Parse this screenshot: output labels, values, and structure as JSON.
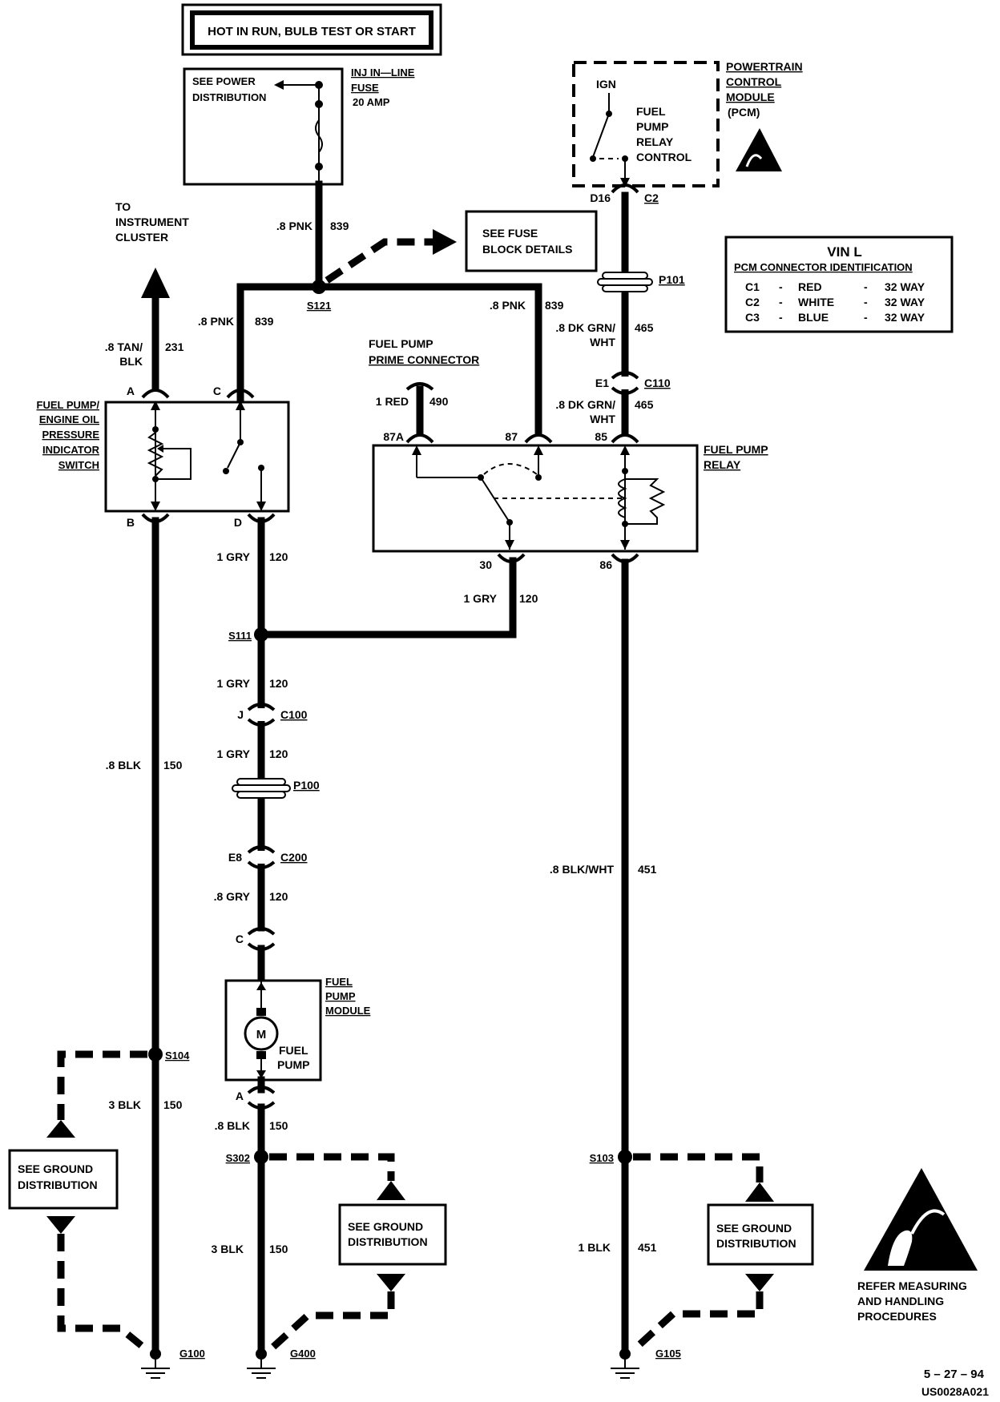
{
  "title_box": "HOT IN RUN, BULB TEST OR START",
  "fuse": {
    "see_power": "SEE POWER",
    "distribution": "DISTRIBUTION",
    "name": "INJ IN—LINE",
    "fuse_word": "FUSE",
    "rating": "20 AMP"
  },
  "instrument": {
    "l1": "TO",
    "l2": "INSTRUMENT",
    "l3": "CLUSTER"
  },
  "fuse_block": {
    "l1": "SEE FUSE",
    "l2": "BLOCK DETAILS"
  },
  "pcm": {
    "l1": "POWERTRAIN",
    "l2": "CONTROL",
    "l3": "MODULE",
    "l4": "(PCM)",
    "ign": "IGN",
    "relay_l1": "FUEL",
    "relay_l2": "PUMP",
    "relay_l3": "RELAY",
    "relay_l4": "CONTROL",
    "pin": "D16",
    "conn": "C2"
  },
  "vin_table": {
    "title": "VIN  L",
    "subtitle": "PCM CONNECTOR IDENTIFICATION",
    "rows": [
      {
        "c": "C1",
        "dash": "-",
        "color": "RED",
        "dash2": "-",
        "way": "32 WAY"
      },
      {
        "c": "C2",
        "dash": "-",
        "color": "WHITE",
        "dash2": "-",
        "way": "32 WAY"
      },
      {
        "c": "C3",
        "dash": "-",
        "color": "BLUE",
        "dash2": "-",
        "way": "32 WAY"
      }
    ]
  },
  "wires": {
    "w839_top_gauge": ".8 PNK",
    "w839_top_num": "839",
    "w839_left_gauge": ".8 PNK",
    "w839_left_num": "839",
    "w839_right_gauge": ".8 PNK",
    "w839_right_num": "839",
    "w231_gauge": ".8 TAN/",
    "w231_gauge2": "BLK",
    "w231_num": "231",
    "w465a_gauge": ".8 DK GRN/",
    "w465a_gauge2": "WHT",
    "w465a_num": "465",
    "w465b_gauge": ".8 DK GRN/",
    "w465b_gauge2": "WHT",
    "w465b_num": "465",
    "w490_gauge": "1 RED",
    "w490_num": "490",
    "w120a_gauge": "1 GRY",
    "w120a_num": "120",
    "w120b_gauge": "1 GRY",
    "w120b_num": "120",
    "w120c_gauge": "1 GRY",
    "w120c_num": "120",
    "w120d_gauge": "1 GRY",
    "w120d_num": "120",
    "w120e_gauge": ".8 GRY",
    "w120e_num": "120",
    "w150a_gauge": ".8 BLK",
    "w150a_num": "150",
    "w150b_gauge": "3 BLK",
    "w150b_num": "150",
    "w150c_gauge": ".8 BLK",
    "w150c_num": "150",
    "w150d_gauge": "3  BLK",
    "w150d_num": "150",
    "w451a_gauge": ".8  BLK/WHT",
    "w451a_num": "451",
    "w451b_gauge": "1  BLK",
    "w451b_num": "451"
  },
  "splices": {
    "s121": "S121",
    "s111": "S111",
    "s104": "S104",
    "s302": "S302",
    "s103": "S103"
  },
  "connectors": {
    "p101": "P101",
    "c110": "C110",
    "e1": "E1",
    "j": "J",
    "c100": "C100",
    "p100": "P100",
    "e8": "E8",
    "c200": "C200",
    "c": "C"
  },
  "switch": {
    "l1": "FUEL PUMP/",
    "l2": "ENGINE OIL",
    "l3": "PRESSURE",
    "l4": "INDICATOR",
    "l5": "SWITCH",
    "pa": "A",
    "pb": "B",
    "pc": "C",
    "pd": "D"
  },
  "prime": {
    "l1": "FUEL PUMP",
    "l2": "PRIME CONNECTOR"
  },
  "relay": {
    "l1": "FUEL PUMP",
    "l2": "RELAY",
    "p87a": "87A",
    "p87": "87",
    "p85": "85",
    "p30": "30",
    "p86": "86"
  },
  "pump": {
    "m": "M",
    "l1": "FUEL",
    "l2": "PUMP",
    "mod1": "FUEL",
    "mod2": "PUMP",
    "mod3": "MODULE",
    "pin_a": "A"
  },
  "grounds": {
    "g100": "G100",
    "g400": "G400",
    "g105": "G105",
    "see1": "SEE GROUND",
    "dist1": "DISTRIBUTION",
    "see2": "SEE GROUND",
    "dist2": "DISTRIBUTION",
    "see3": "SEE GROUND",
    "dist3": "DISTRIBUTION"
  },
  "esd": {
    "l1": "REFER MEASURING",
    "l2": "AND HANDLING",
    "l3": "PROCEDURES"
  },
  "footer": {
    "date": "5 – 27 – 94",
    "code": "US0028A021"
  }
}
